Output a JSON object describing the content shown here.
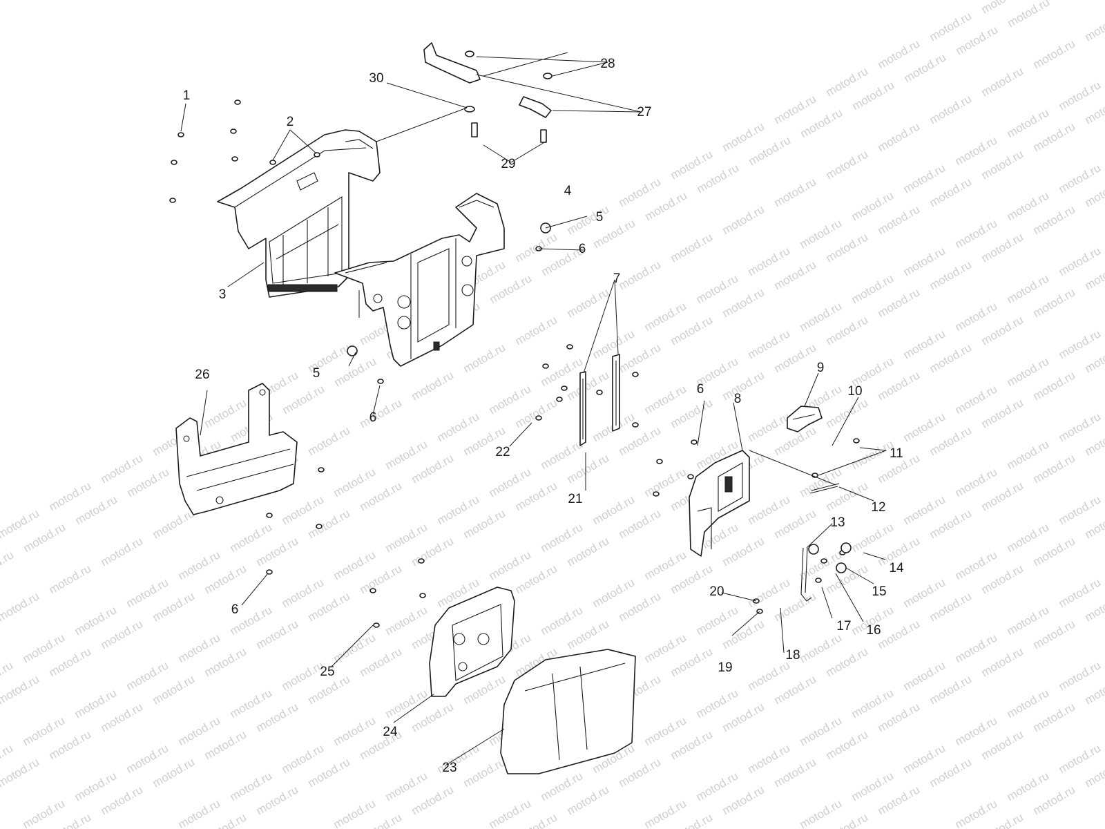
{
  "watermark": {
    "text": "motod.ru"
  },
  "callouts": [
    {
      "label": "1"
    },
    {
      "label": "2"
    },
    {
      "label": "3"
    },
    {
      "label": "4"
    },
    {
      "label": "5"
    },
    {
      "label": "5"
    },
    {
      "label": "6"
    },
    {
      "label": "6"
    },
    {
      "label": "6"
    },
    {
      "label": "6"
    },
    {
      "label": "7"
    },
    {
      "label": "8"
    },
    {
      "label": "9"
    },
    {
      "label": "10"
    },
    {
      "label": "11"
    },
    {
      "label": "12"
    },
    {
      "label": "13"
    },
    {
      "label": "14"
    },
    {
      "label": "15"
    },
    {
      "label": "16"
    },
    {
      "label": "17"
    },
    {
      "label": "18"
    },
    {
      "label": "19"
    },
    {
      "label": "20"
    },
    {
      "label": "21"
    },
    {
      "label": "22"
    },
    {
      "label": "23"
    },
    {
      "label": "24"
    },
    {
      "label": "25"
    },
    {
      "label": "26"
    },
    {
      "label": "27"
    },
    {
      "label": "28"
    },
    {
      "label": "29"
    },
    {
      "label": "30"
    }
  ]
}
